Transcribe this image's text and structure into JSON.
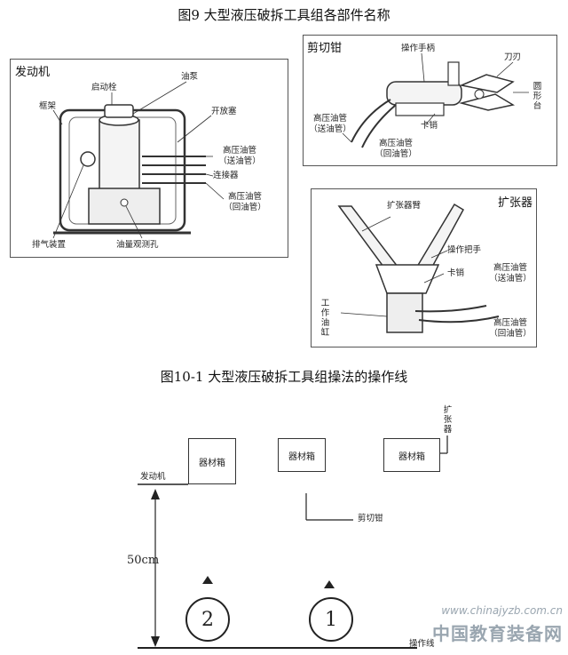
{
  "figure9": {
    "title": "图9 大型液压破拆工具组各部件名称",
    "engine": {
      "title": "发动机",
      "labels": {
        "frame": "框架",
        "start_bolt": "启动栓",
        "oil_pump": "油泵",
        "release_valve": "开放塞",
        "hp_supply_1": "高压油管",
        "hp_supply_2": "（送油管）",
        "connector": "连接器",
        "hp_return_1": "高压油管",
        "hp_return_2": "（回油管）",
        "exhaust": "排气装置",
        "oil_level": "油量观测孔"
      }
    },
    "cutter": {
      "title": "剪切钳",
      "labels": {
        "handle": "操作手柄",
        "blade": "刀刃",
        "round_platform": "圆形台",
        "hp_supply_1": "高压油管",
        "hp_supply_2": "（送油管）",
        "pin": "卡销",
        "hp_return_1": "高压油管",
        "hp_return_2": "（回油管）"
      }
    },
    "spreader": {
      "title": "扩张器",
      "labels": {
        "arm": "扩张器臂",
        "handle": "操作把手",
        "pin": "卡销",
        "cylinder": "工作油缸",
        "hp_supply_1": "高压油管",
        "hp_supply_2": "（送油管）",
        "hp_return_1": "高压油管",
        "hp_return_2": "（回油管）"
      }
    }
  },
  "figure10": {
    "title": "图10-1 大型液压破拆工具组操法的操作线",
    "engine_label": "发动机",
    "box1": "器材箱",
    "box2": "器材箱",
    "box3": "器材箱",
    "spreader_label": "扩张器",
    "cutter_label": "剪切钳",
    "distance": "50cm",
    "circle1": "1",
    "circle2": "2",
    "operation_line": "操作线"
  },
  "watermark": {
    "url": "www.chinajyzb.com.cn",
    "name": "中国教育装备网"
  }
}
